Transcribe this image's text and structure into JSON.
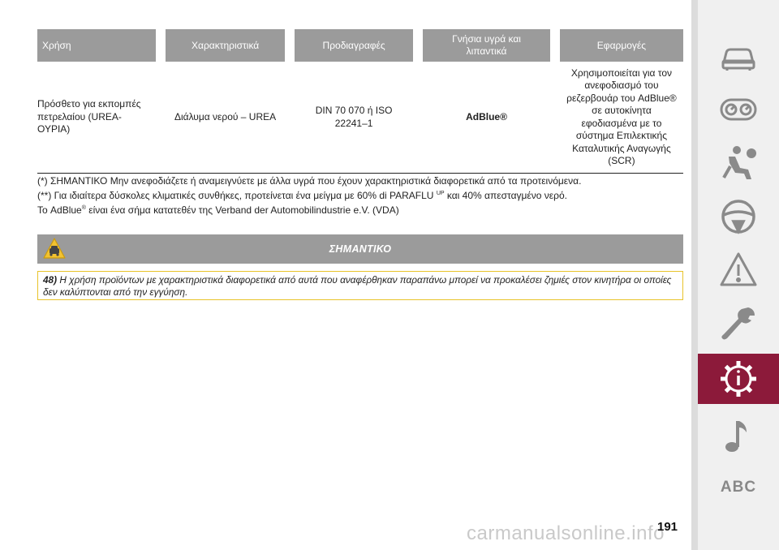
{
  "table": {
    "headers": [
      "Χρήση",
      "Χαρακτηριστικά",
      "Προδιαγραφές",
      "Γνήσια υγρά και\nλιπαντικά",
      "Εφαρμογές"
    ],
    "row": {
      "use": "Πρόσθετο για εκπομπές\nπετρελαίου (UREA-\nΟΥΡΙΑ)",
      "characteristics": "Διάλυμα νερού – UREA",
      "specifications": "DIN 70 070 ή ISO\n22241–1",
      "genuine": "AdBlue®",
      "applications": "Χρησιμοποιείται για τον\nανεφοδιασμό του\nρεζερβουάρ του AdBlue®\nσε αυτοκίνητα\nεφοδιασμένα με το\nσύστημα Επιλεκτικής\nΚαταλυτικής Αναγωγής\n(SCR)"
    }
  },
  "notes": {
    "note1": "(*) ΣΗΜΑΝΤΙΚΟ Μην ανεφοδιάζετε ή αναμειγνύετε με άλλα υγρά που έχουν χαρακτηριστικά διαφορετικά από τα προτεινόμενα.",
    "note2_a": "(**) Για ιδιαίτερα δύσκολες κλιματικές συνθήκες, προτείνεται ένα μείγμα με 60% di PARAFLU",
    "note2_sup": "UP",
    "note2_b": " και 40% απεσταγμένο νερό.",
    "note3_a": "Το AdBlue",
    "note3_sup": "®",
    "note3_b": " είναι ένα σήμα κατατεθέν της Verband der Automobilindustrie e.V. (VDA)"
  },
  "important": {
    "title": "ΣΗΜΑΝΤΙΚΟ",
    "icon": "warning-triangle-icon",
    "number": "48)",
    "text": " Η χρήση προϊόντων με χαρακτηριστικά διαφορετικά από αυτά που αναφέρθηκαν παραπάνω μπορεί να προκαλέσει ζημιές στον κινητήρα οι οποίες δεν καλύπτονται από την εγγύηση."
  },
  "page_number": "191",
  "watermark": "carmanualsonline.info",
  "sidebar": {
    "items": [
      {
        "icon": "car-icon"
      },
      {
        "icon": "dashboard-gauges-icon"
      },
      {
        "icon": "seat-person-airbag-icon"
      },
      {
        "icon": "steering-wheel-icon"
      },
      {
        "icon": "warning-triangle-icon"
      },
      {
        "icon": "wrench-icon"
      },
      {
        "icon": "technical-data-gear-icon"
      },
      {
        "icon": "music-note-icon"
      },
      {
        "label": "ABC"
      }
    ],
    "active_color": "#8c1a3a",
    "icon_color": "#8a8a8a"
  }
}
